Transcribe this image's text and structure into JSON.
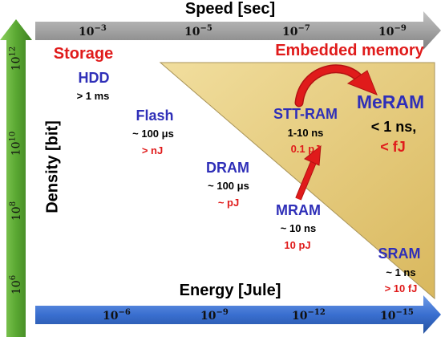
{
  "axes": {
    "speed": {
      "title": "Speed [sec]",
      "ticks": [
        {
          "base": "10",
          "exp": "−3"
        },
        {
          "base": "10",
          "exp": "−5"
        },
        {
          "base": "10",
          "exp": "−7"
        },
        {
          "base": "10",
          "exp": "−9"
        }
      ]
    },
    "energy": {
      "title": "Energy [Jule]",
      "ticks": [
        {
          "base": "10",
          "exp": "−6"
        },
        {
          "base": "10",
          "exp": "−9"
        },
        {
          "base": "10",
          "exp": "−12"
        },
        {
          "base": "10",
          "exp": "−15"
        }
      ]
    },
    "density": {
      "title": "Density [bit]",
      "ticks": [
        {
          "base": "10",
          "exp": "12"
        },
        {
          "base": "10",
          "exp": "10"
        },
        {
          "base": "10",
          "exp": "8"
        },
        {
          "base": "10",
          "exp": "6"
        }
      ]
    }
  },
  "regions": {
    "storage": "Storage",
    "embedded": "Embedded memory"
  },
  "memories": {
    "hdd": {
      "name": "HDD",
      "speed": "> 1 ms"
    },
    "flash": {
      "name": "Flash",
      "speed": "~ 100 μs",
      "energy": "> nJ"
    },
    "dram": {
      "name": "DRAM",
      "speed": "~ 100 μs",
      "energy": "~ pJ"
    },
    "mram": {
      "name": "MRAM",
      "speed": "~ 10 ns",
      "energy": "10 pJ"
    },
    "sttram": {
      "name": "STT-RAM",
      "speed": "1-10 ns",
      "energy": "0.1 pJ"
    },
    "meram": {
      "name": "MeRAM",
      "speed": "< 1 ns,",
      "energy": "<  fJ"
    },
    "sram": {
      "name": "SRAM",
      "speed": "~ 1 ns",
      "energy": "> 10 fJ"
    }
  },
  "colors": {
    "speed_arrow": "#9a9a9a",
    "energy_arrow": "#3a6fd0",
    "density_arrow": "#5aa832",
    "triangle": "#e6cc7e",
    "name": "#2f2fb8",
    "energy_text": "#e01b1b",
    "arrow_red": "#e01b1b"
  }
}
